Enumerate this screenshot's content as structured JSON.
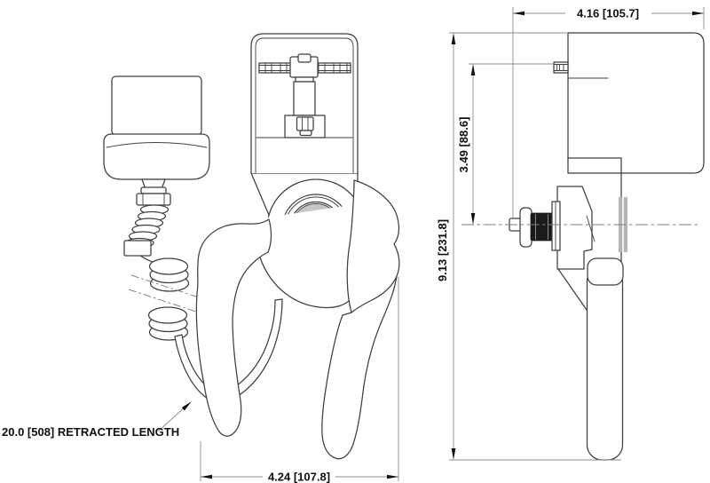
{
  "drawing": {
    "type": "technical line drawing, two orthographic views of a squeeze-grip hand pump with coiled hose and connector cap",
    "background_color": "#ffffff",
    "outline_color": "#3f3f3f",
    "dimension_line_color": "#8c8c8c",
    "text_color": "#101010",
    "views": [
      {
        "id": "front-view",
        "label": "front view with coiled hose and connector"
      },
      {
        "id": "side-view",
        "label": "side view"
      }
    ],
    "dimensions": {
      "top_width": {
        "text": "4.16 [105.7]",
        "orientation": "horizontal"
      },
      "knob_height": {
        "text": "3.49 [88.6]",
        "orientation": "vertical"
      },
      "overall_height": {
        "text": "9.13 [231.8]",
        "orientation": "vertical"
      },
      "bottom_width": {
        "text": "4.24 [107.8]",
        "orientation": "horizontal"
      },
      "retracted_note": {
        "text": "20.0 [508] RETRACTED LENGTH",
        "orientation": "horizontal"
      }
    }
  }
}
